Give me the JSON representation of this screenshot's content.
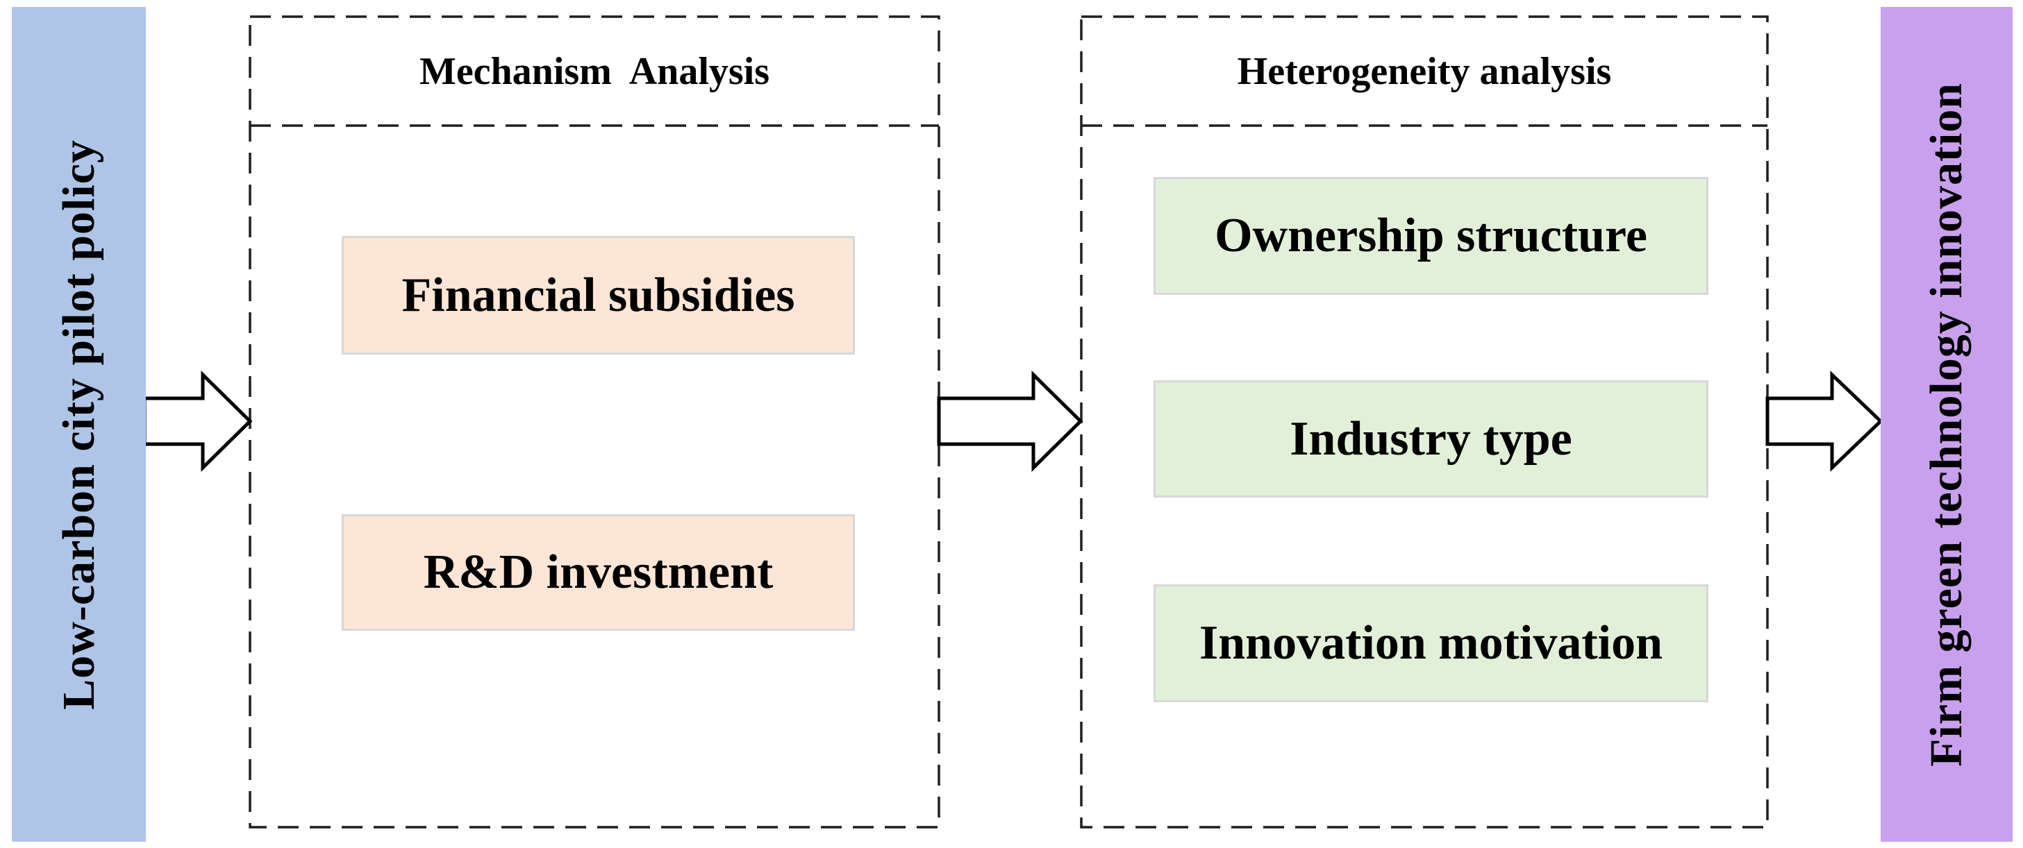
{
  "figure": {
    "background_color": "#ffffff",
    "input_bar": {
      "label": "Low-carbon city pilot policy",
      "fill": "#aec5e8",
      "text_color": "#000000",
      "orientation": "vertical-bottom-to-top"
    },
    "output_bar": {
      "label": "Firm green technology innovation",
      "fill": "#c9a0ee",
      "text_color": "#000000",
      "orientation": "vertical-bottom-to-top"
    },
    "panels": [
      {
        "title": "Mechanism  Analysis",
        "border_style": "dashed",
        "border_color": "#1f1f1f",
        "box_fill": "#fde6d5",
        "boxes": [
          {
            "label": "Financial subsidies"
          },
          {
            "label": "R&D investment"
          }
        ]
      },
      {
        "title": "Heterogeneity analysis",
        "border_style": "dashed",
        "border_color": "#1f1f1f",
        "box_fill": "#e2f0d9",
        "boxes": [
          {
            "label": "Ownership structure"
          },
          {
            "label": "Industry type"
          },
          {
            "label": "Innovation motivation"
          }
        ]
      }
    ],
    "arrows": {
      "count": 3,
      "direction": "right",
      "style": "hollow-block-arrow",
      "fill": "#ffffff",
      "outline": "#000000"
    }
  }
}
